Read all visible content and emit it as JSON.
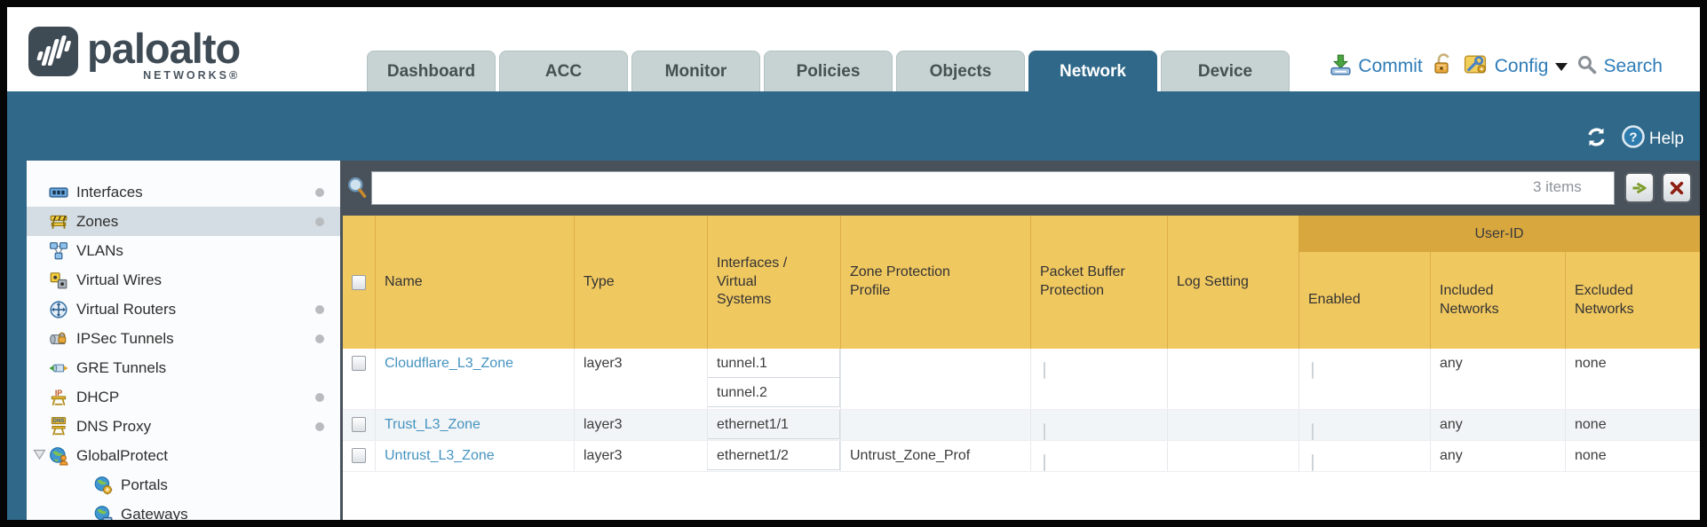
{
  "logo": {
    "brand": "paloalto",
    "sub": "NETWORKS®"
  },
  "tabs": [
    {
      "label": "Dashboard",
      "active": false
    },
    {
      "label": "ACC",
      "active": false
    },
    {
      "label": "Monitor",
      "active": false
    },
    {
      "label": "Policies",
      "active": false
    },
    {
      "label": "Objects",
      "active": false
    },
    {
      "label": "Network",
      "active": true
    },
    {
      "label": "Device",
      "active": false
    }
  ],
  "actions": {
    "commit": "Commit",
    "config": "Config",
    "search": "Search"
  },
  "topbar": {
    "help": "Help"
  },
  "filter": {
    "value": "",
    "items_count": "3 items"
  },
  "sidebar": {
    "items": [
      {
        "label": "Interfaces",
        "icon": "interfaces-icon",
        "dot": true,
        "selected": false
      },
      {
        "label": "Zones",
        "icon": "zones-icon",
        "dot": true,
        "selected": true
      },
      {
        "label": "VLANs",
        "icon": "vlans-icon",
        "dot": false,
        "selected": false
      },
      {
        "label": "Virtual Wires",
        "icon": "virtual-wires-icon",
        "dot": false,
        "selected": false
      },
      {
        "label": "Virtual Routers",
        "icon": "virtual-routers-icon",
        "dot": true,
        "selected": false
      },
      {
        "label": "IPSec Tunnels",
        "icon": "ipsec-tunnels-icon",
        "dot": true,
        "selected": false
      },
      {
        "label": "GRE Tunnels",
        "icon": "gre-tunnels-icon",
        "dot": false,
        "selected": false
      },
      {
        "label": "DHCP",
        "icon": "dhcp-icon",
        "dot": true,
        "selected": false
      },
      {
        "label": "DNS Proxy",
        "icon": "dns-proxy-icon",
        "dot": true,
        "selected": false
      },
      {
        "label": "GlobalProtect",
        "icon": "globalprotect-icon",
        "dot": false,
        "selected": false,
        "expanded": true
      },
      {
        "label": "Portals",
        "icon": "portals-icon",
        "dot": false,
        "selected": false,
        "indent": 1
      },
      {
        "label": "Gateways",
        "icon": "gateways-icon",
        "dot": false,
        "selected": false,
        "indent": 1
      }
    ]
  },
  "table": {
    "group_header": "User-ID",
    "columns": [
      "Name",
      "Type",
      "Interfaces /\nVirtual\nSystems",
      "Zone Protection\nProfile",
      "Packet Buffer\nProtection",
      "Log Setting",
      "Enabled",
      "Included\nNetworks",
      "Excluded\nNetworks"
    ],
    "rows": [
      {
        "name": "Cloudflare_L3_Zone",
        "type": "layer3",
        "interfaces": [
          "tunnel.1",
          "tunnel.2"
        ],
        "zone_protection_profile": "",
        "log_setting": "",
        "included_networks": "any",
        "excluded_networks": "none"
      },
      {
        "name": "Trust_L3_Zone",
        "type": "layer3",
        "interfaces": [
          "ethernet1/1"
        ],
        "zone_protection_profile": "",
        "log_setting": "",
        "included_networks": "any",
        "excluded_networks": "none"
      },
      {
        "name": "Untrust_L3_Zone",
        "type": "layer3",
        "interfaces": [
          "ethernet1/2"
        ],
        "zone_protection_profile": "Untrust_Zone_Prof",
        "log_setting": "",
        "included_networks": "any",
        "excluded_networks": "none"
      }
    ]
  },
  "theme": {
    "teal": "#2f6889",
    "header_amber": "#f0c860",
    "userid_band": "#d8a73e",
    "slate_bar": "#49525b",
    "link_blue": "#4593c0",
    "action_blue": "#2e7cb8"
  }
}
